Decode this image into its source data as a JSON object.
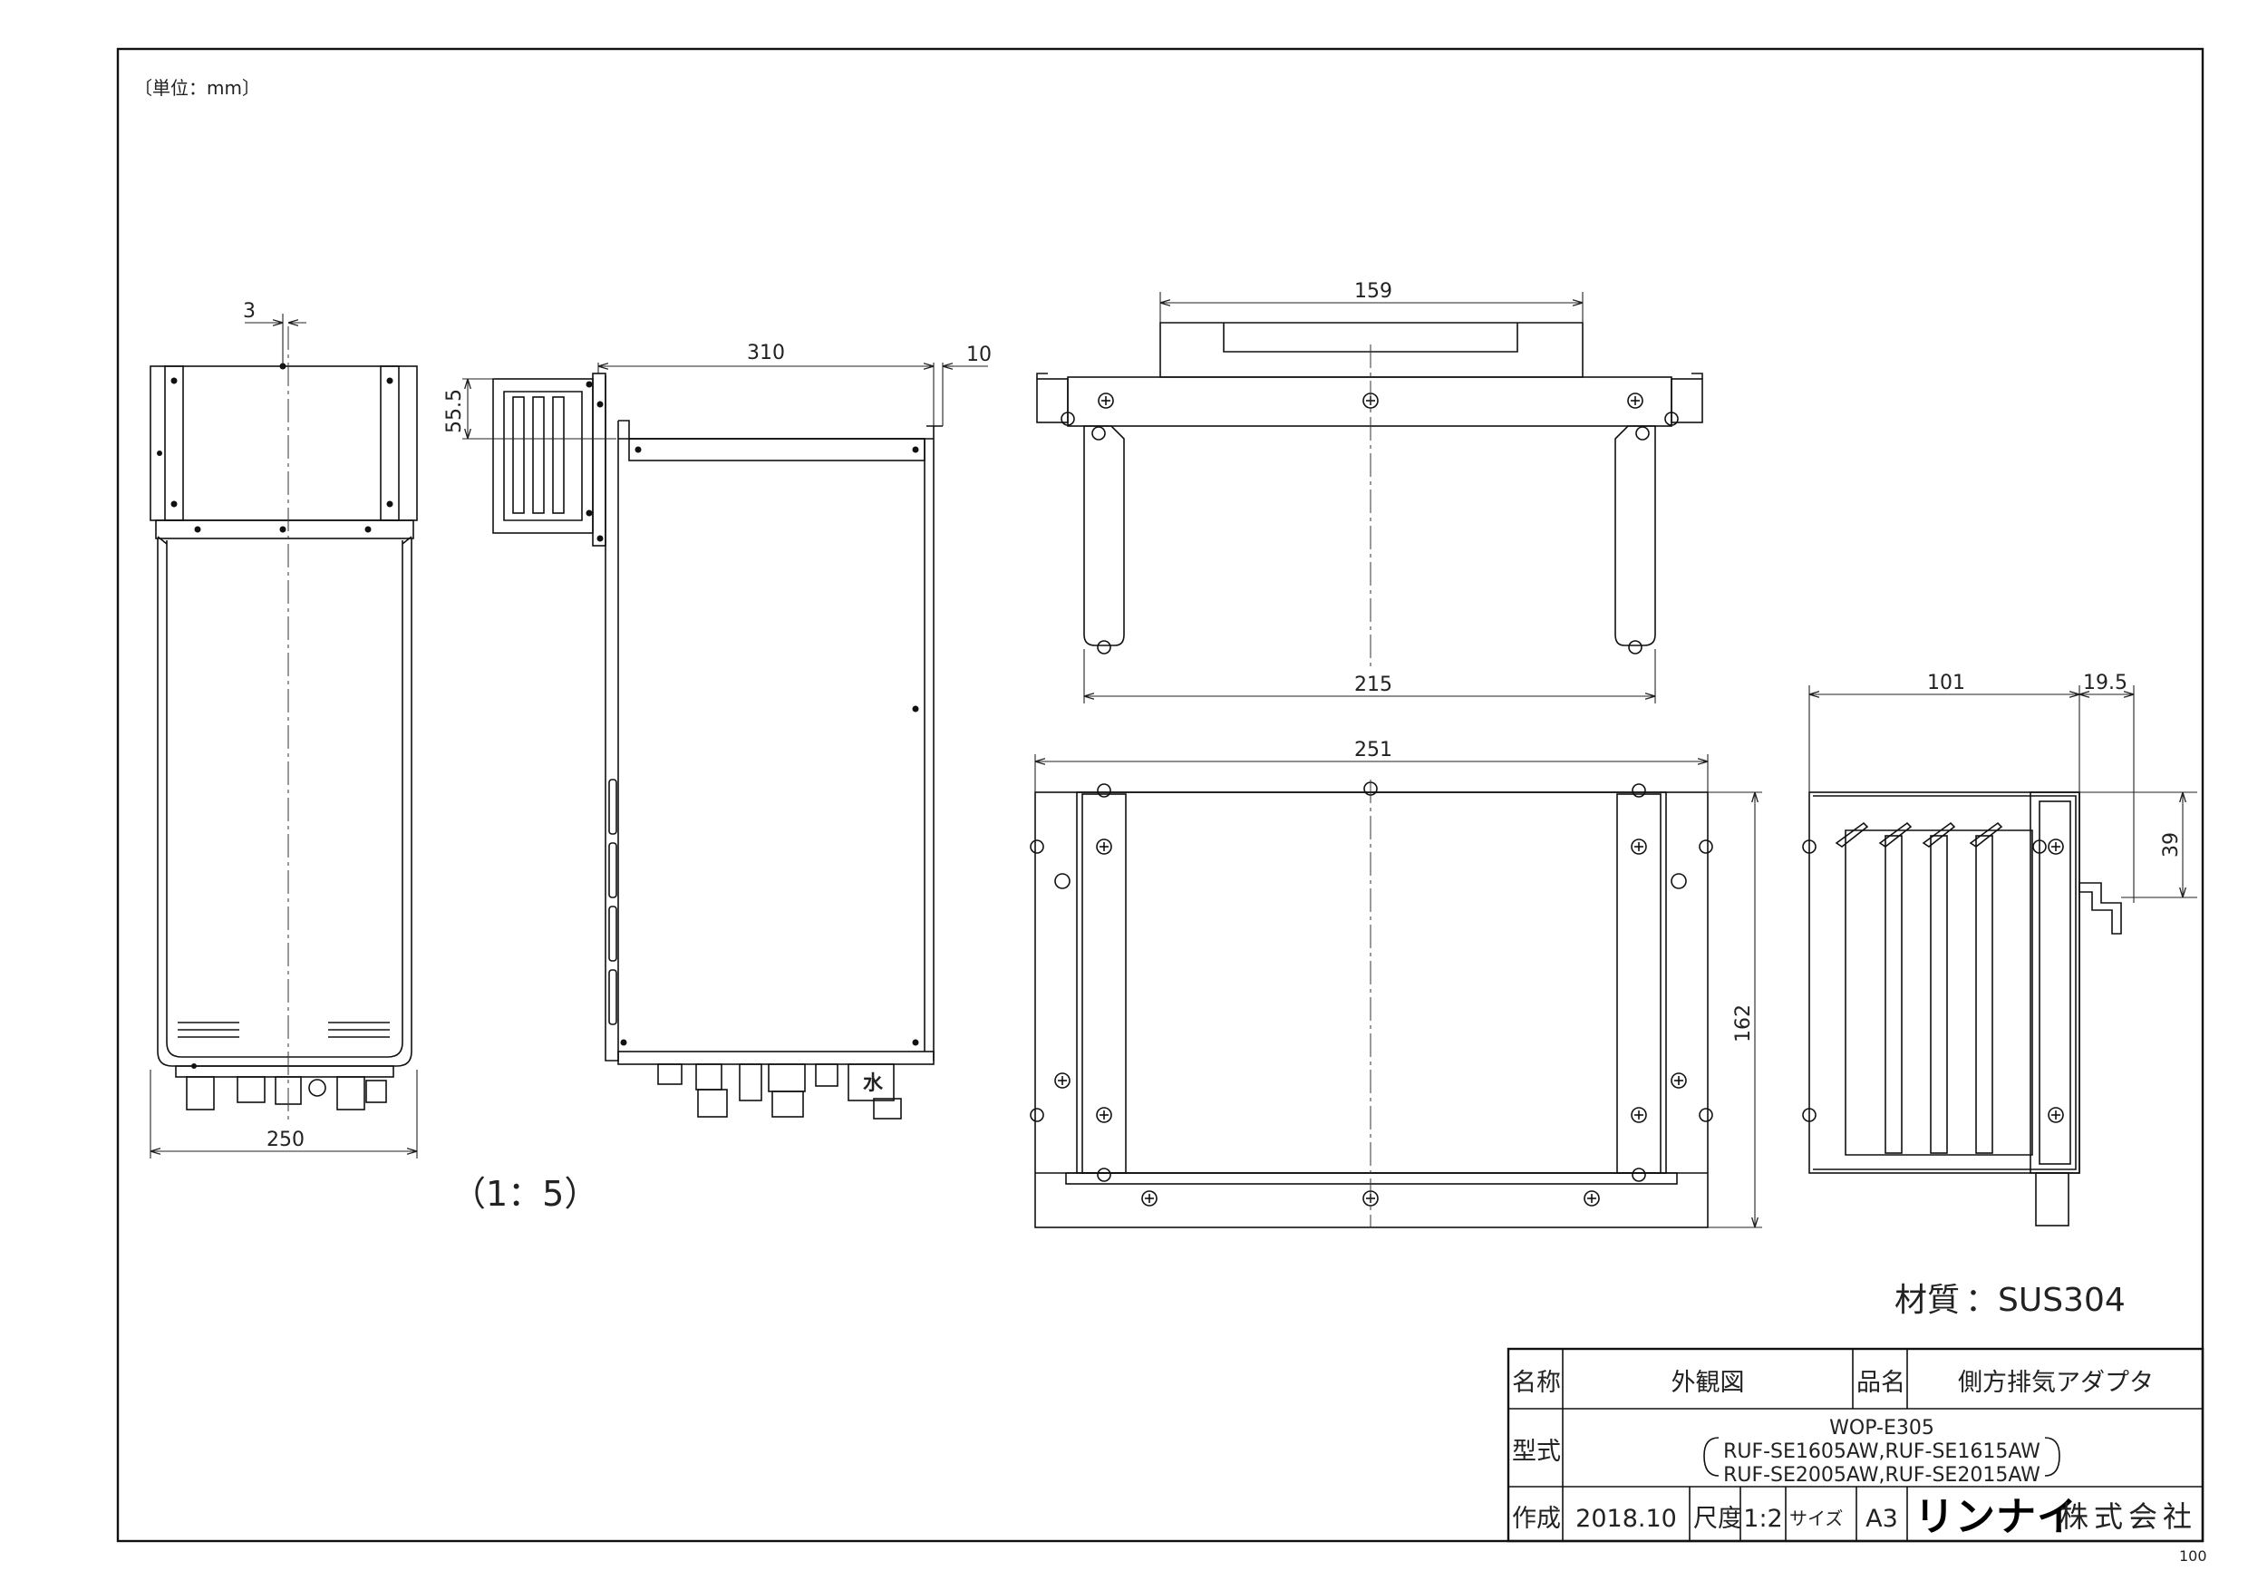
{
  "unit_note": "〔単位：mm〕",
  "scale_note": "（1：5）",
  "material_label": "材質",
  "material_value": "：SUS304",
  "page_code": "100",
  "dimensions": {
    "d3": "3",
    "d310": "310",
    "d10": "10",
    "d55_5": "55.5",
    "d250": "250",
    "d159": "159",
    "d215": "215",
    "d251": "251",
    "d162": "162",
    "d101": "101",
    "d19_5": "19.5",
    "d39": "39"
  },
  "title_block": {
    "name_label": "名称",
    "name_value": "外観図",
    "product_label": "品名",
    "product_value": "側方排気アダプタ",
    "model_label": "型式",
    "model_line1": "WOP-E305",
    "model_line2": "RUF-SE1605AW,RUF-SE1615AW",
    "model_line3": "RUF-SE2005AW,RUF-SE2015AW",
    "created_label": "作成",
    "created_value": "2018.10",
    "scale_label": "尺度",
    "scale_value": "1:2",
    "size_label": "サイズ",
    "size_value": "A3",
    "company_brand": "リンナイ",
    "company_suffix": "株式会社"
  }
}
